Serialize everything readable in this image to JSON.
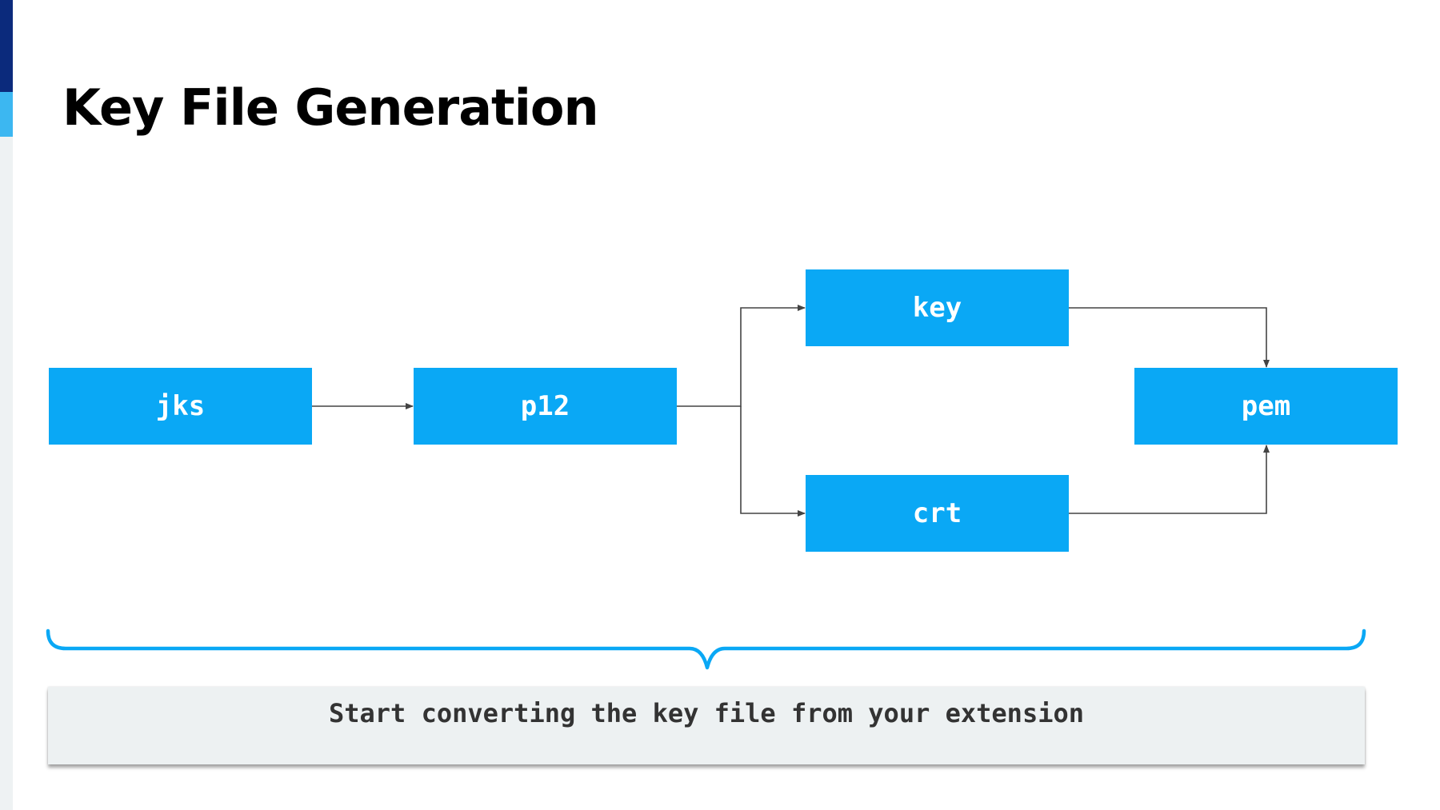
{
  "slide": {
    "title": "Key File Generation",
    "accent_colors": {
      "bar_dark": "#0b2a7c",
      "bar_light": "#3cb7f1",
      "node_fill": "#0aa8f5",
      "brace": "#0aa8f5",
      "arrow": "#444444"
    }
  },
  "diagram": {
    "nodes": {
      "jks": "jks",
      "p12": "p12",
      "key": "key",
      "crt": "crt",
      "pem": "pem"
    },
    "edges": [
      {
        "from": "jks",
        "to": "p12"
      },
      {
        "from": "p12",
        "to": "key"
      },
      {
        "from": "p12",
        "to": "crt"
      },
      {
        "from": "key",
        "to": "pem"
      },
      {
        "from": "crt",
        "to": "pem"
      }
    ]
  },
  "caption": {
    "text": "Start converting the key file from your extension"
  }
}
